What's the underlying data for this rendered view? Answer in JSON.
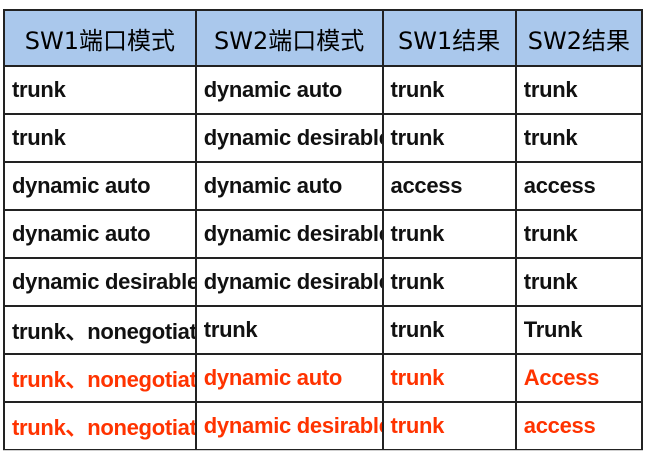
{
  "colors": {
    "header_bg": "#aac8ec",
    "text_normal": "#111111",
    "text_highlight": "#ff3300",
    "border": "#222222"
  },
  "table": {
    "headers": [
      "SW1端口模式",
      "SW2端口模式",
      "SW1结果",
      "SW2结果"
    ],
    "rows": [
      {
        "cells": [
          "trunk",
          "dynamic auto",
          "trunk",
          "trunk"
        ],
        "highlight": false
      },
      {
        "cells": [
          "trunk",
          "dynamic desirable",
          "trunk",
          "trunk"
        ],
        "highlight": false
      },
      {
        "cells": [
          "dynamic auto",
          "dynamic auto",
          "access",
          "access"
        ],
        "highlight": false
      },
      {
        "cells": [
          "dynamic auto",
          "dynamic desirable",
          "trunk",
          "trunk"
        ],
        "highlight": false
      },
      {
        "cells": [
          "dynamic desirable",
          "dynamic desirable",
          "trunk",
          "trunk"
        ],
        "highlight": false
      },
      {
        "cells": [
          "trunk、nonegotiate",
          "trunk",
          "trunk",
          "Trunk"
        ],
        "highlight": false
      },
      {
        "cells": [
          "trunk、nonegotiate",
          "dynamic auto",
          "trunk",
          "Access"
        ],
        "highlight": true
      },
      {
        "cells": [
          "trunk、nonegotiate",
          "dynamic desirable",
          "trunk",
          "access"
        ],
        "highlight": true
      }
    ]
  }
}
